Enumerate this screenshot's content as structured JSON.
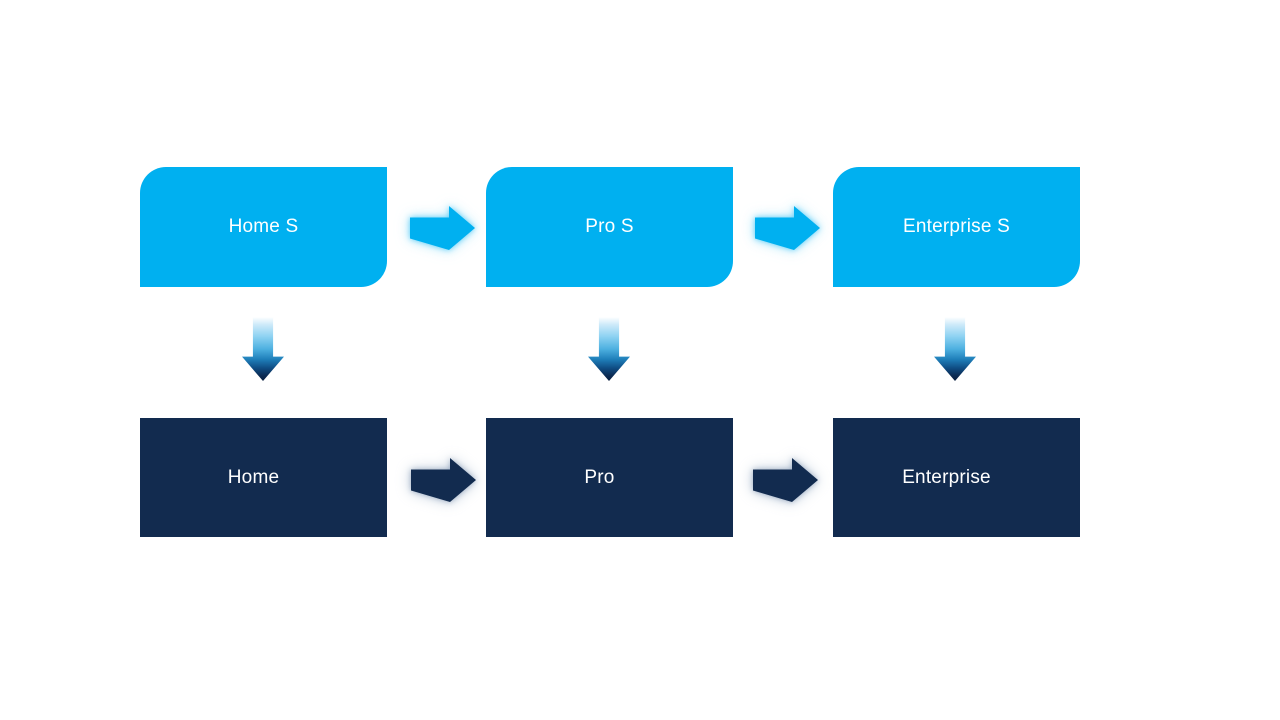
{
  "diagram": {
    "type": "flow",
    "top_row": {
      "boxes": [
        "Home S",
        "Pro S",
        "Enterprise S"
      ]
    },
    "bottom_row": {
      "boxes": [
        "Home",
        "Pro",
        "Enterprise"
      ]
    }
  },
  "colors": {
    "top_box_fill": "#00B0F0",
    "bottom_box_fill": "#122B4F",
    "label_text": "#FFFFFF",
    "background": "#FFFFFF",
    "down_arrow_gradient_start": "#FFFFFF",
    "down_arrow_gradient_end": "#0A1F3E"
  }
}
